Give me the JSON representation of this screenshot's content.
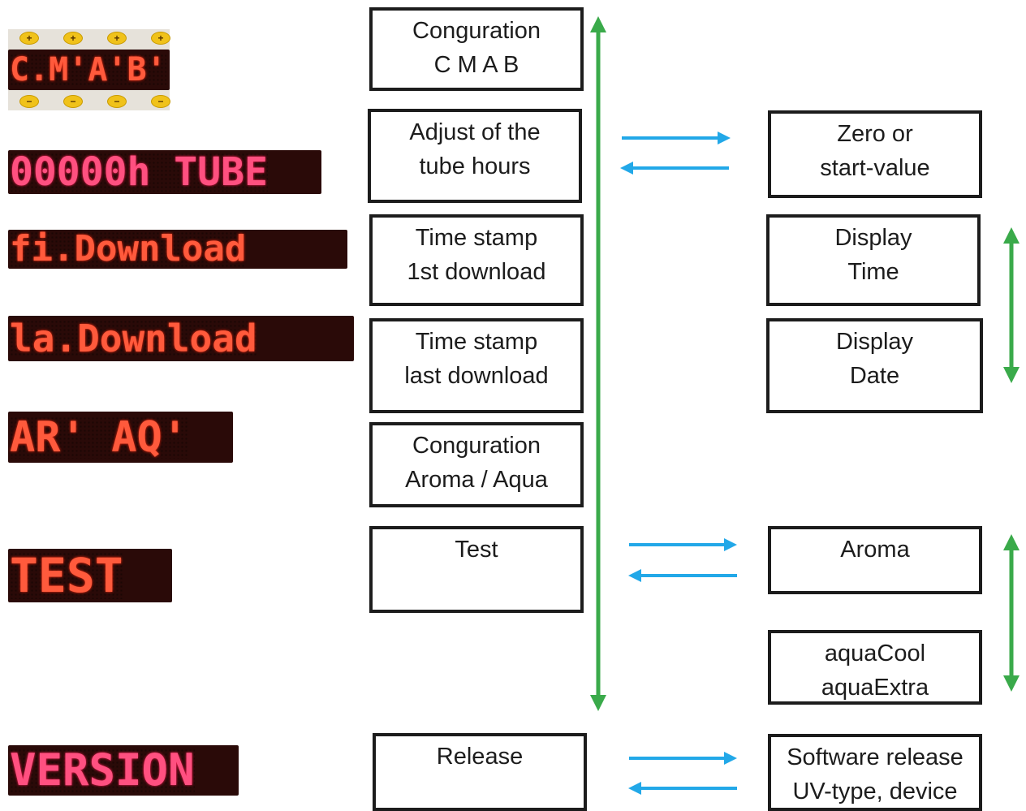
{
  "colors": {
    "vertical_arrow": "#3aaa4a",
    "horizontal_arrow": "#22a8e8",
    "box_border": "#1c1c1c",
    "led_text": "#ff5a3c",
    "led_bg": "#2a0a08"
  },
  "displays": {
    "cmab": "C.M'A'B'",
    "cmab_plus": "+",
    "cmab_minus": "−",
    "tube": "00000h TUBE",
    "first_download": "fi.Download",
    "last_download": "la.Download",
    "aroma_aqua": "AR' AQ'",
    "test": "TEST",
    "version": "VERSION"
  },
  "boxes": {
    "config_cmab": [
      "Conguration",
      "C M A B"
    ],
    "tube_hours": [
      "Adjust of the",
      "tube hours"
    ],
    "first_download": [
      "Time stamp",
      "1st download"
    ],
    "last_download": [
      "Time stamp",
      "last download"
    ],
    "config_aroma_aqua": [
      "Conguration",
      "Aroma / Aqua"
    ],
    "test": [
      "Test"
    ],
    "release": [
      "Release"
    ],
    "zero_start": [
      "Zero or",
      "start-value"
    ],
    "display_time": [
      "Display",
      "Time"
    ],
    "display_date": [
      "Display",
      "Date"
    ],
    "aroma": [
      "Aroma"
    ],
    "aqua_cool_extra": [
      "aquaCool",
      "aquaExtra"
    ],
    "software_release": [
      "Software release",
      "UV-type, device"
    ]
  }
}
